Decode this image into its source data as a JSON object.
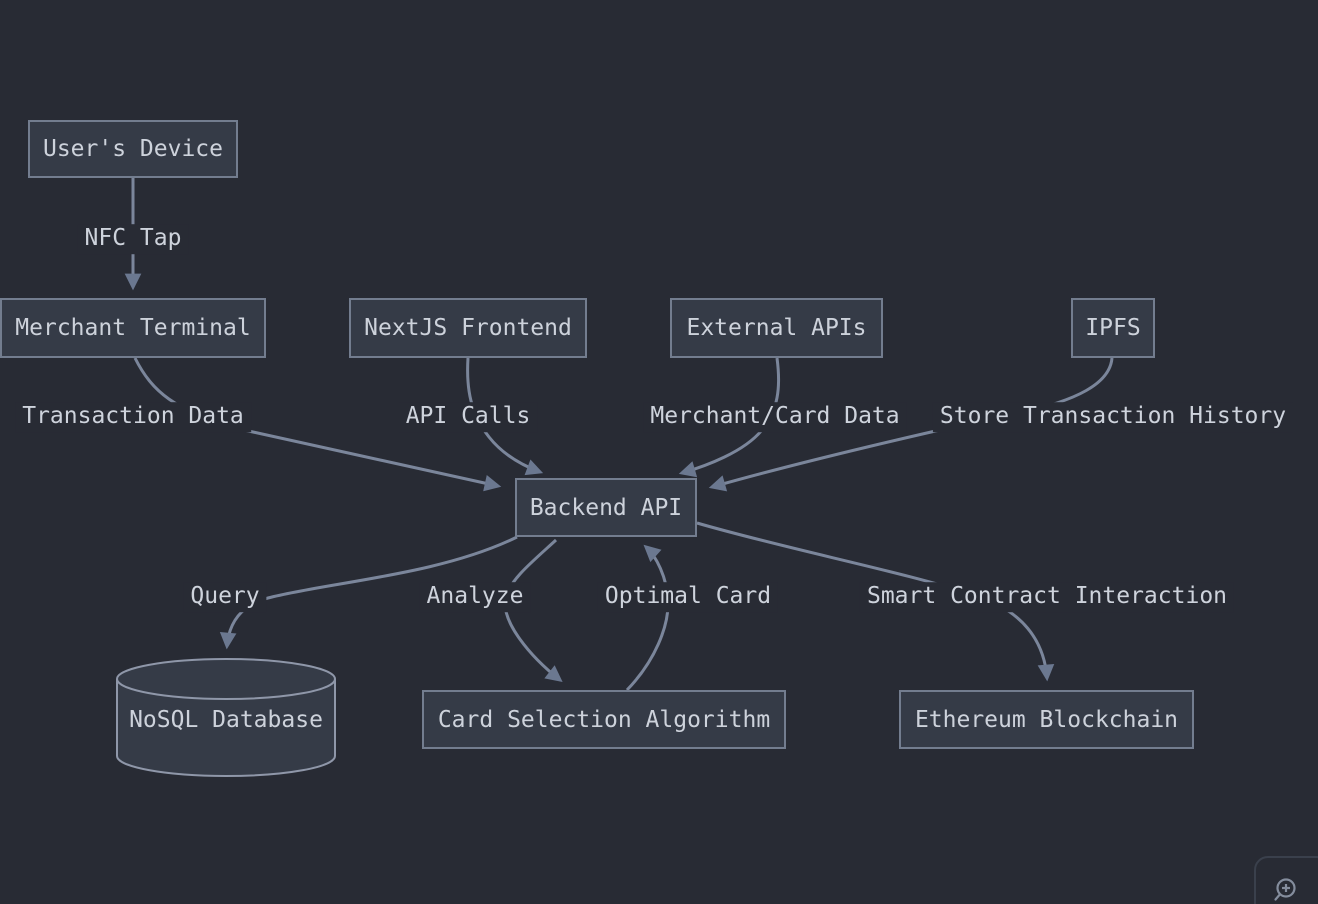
{
  "diagram": {
    "type": "flowchart",
    "nodes": {
      "users_device": {
        "label": "User's Device",
        "shape": "rect"
      },
      "merchant_terminal": {
        "label": "Merchant Terminal",
        "shape": "rect"
      },
      "nextjs_frontend": {
        "label": "NextJS Frontend",
        "shape": "rect"
      },
      "external_apis": {
        "label": "External APIs",
        "shape": "rect"
      },
      "ipfs": {
        "label": "IPFS",
        "shape": "rect"
      },
      "backend_api": {
        "label": "Backend API",
        "shape": "rect"
      },
      "nosql_database": {
        "label": "NoSQL Database",
        "shape": "cylinder"
      },
      "card_selection_algorithm": {
        "label": "Card Selection Algorithm",
        "shape": "rect"
      },
      "ethereum_blockchain": {
        "label": "Ethereum Blockchain",
        "shape": "rect"
      }
    },
    "edges": [
      {
        "from": "users_device",
        "to": "merchant_terminal",
        "label": "NFC Tap"
      },
      {
        "from": "merchant_terminal",
        "to": "backend_api",
        "label": "Transaction Data"
      },
      {
        "from": "nextjs_frontend",
        "to": "backend_api",
        "label": "API Calls"
      },
      {
        "from": "external_apis",
        "to": "backend_api",
        "label": "Merchant/Card Data"
      },
      {
        "from": "ipfs",
        "to": "backend_api",
        "label": "Store Transaction History"
      },
      {
        "from": "backend_api",
        "to": "nosql_database",
        "label": "Query"
      },
      {
        "from": "backend_api",
        "to": "card_selection_algorithm",
        "label": "Analyze"
      },
      {
        "from": "card_selection_algorithm",
        "to": "backend_api",
        "label": "Optimal Card"
      },
      {
        "from": "backend_api",
        "to": "ethereum_blockchain",
        "label": "Smart Contract Interaction"
      }
    ],
    "colors": {
      "background": "#282b34",
      "node_fill": "#353b47",
      "node_border": "#737d8f",
      "cylinder_border": "#8f97a9",
      "edge_stroke": "#7b869b",
      "arrowhead_fill": "#6b7890",
      "node_text": "#cdd2db",
      "edge_label_text": "#ced3dc"
    },
    "controls": {
      "zoom_in": {
        "icon": "magnifier-plus"
      }
    }
  }
}
